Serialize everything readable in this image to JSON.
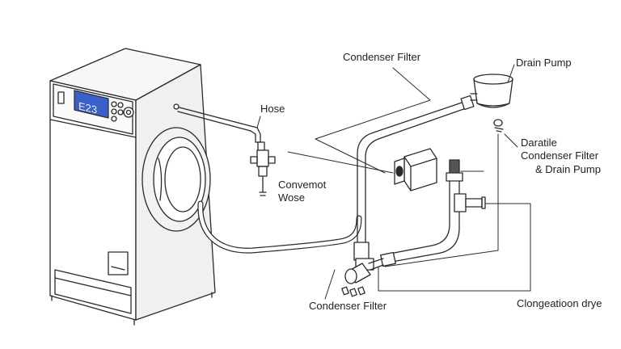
{
  "display": {
    "error_code": "E23",
    "screen_color": "#3a5fc8",
    "screen_text_color": "#e9efff"
  },
  "labels": {
    "condenser_filter_top": "Condenser Filter",
    "drain_pump": "Drain Pump",
    "hose": "Hose",
    "convemot_wose": [
      "Convemot",
      "Wose"
    ],
    "daratile": [
      "Daratile",
      "Condenser Filter",
      "& Drain Pump"
    ],
    "condenser_filter_bottom": "Condenser Filter",
    "clongeatioon": "Clongeatioon drye"
  },
  "colors": {
    "ink": "#2a2a2a",
    "paper": "#ffffff",
    "shade": "#e6e6e6"
  }
}
